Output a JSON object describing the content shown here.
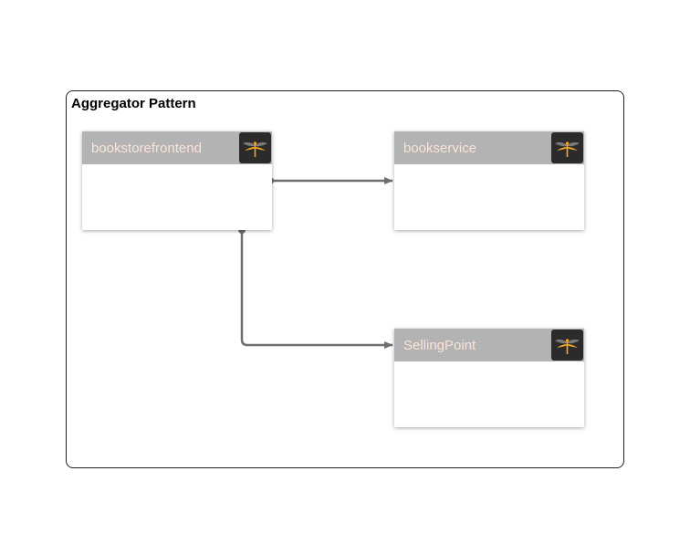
{
  "diagram": {
    "group_title": "Aggregator Pattern",
    "nodes": [
      {
        "id": "bookstorefrontend",
        "label": "bookstorefrontend",
        "icon": "dragonfly-icon"
      },
      {
        "id": "bookservice",
        "label": "bookservice",
        "icon": "dragonfly-icon"
      },
      {
        "id": "sellingpoint",
        "label": "SellingPoint",
        "icon": "dragonfly-icon"
      }
    ],
    "edges": [
      {
        "from": "bookstorefrontend",
        "to": "bookservice"
      },
      {
        "from": "bookstorefrontend",
        "to": "sellingpoint"
      }
    ],
    "colors": {
      "header": "#b3b3b3",
      "label": "#fbe3da",
      "icon_bg": "#2b2b2b",
      "icon_accent": "#f5a623",
      "edge": "#6e6e6e"
    }
  }
}
